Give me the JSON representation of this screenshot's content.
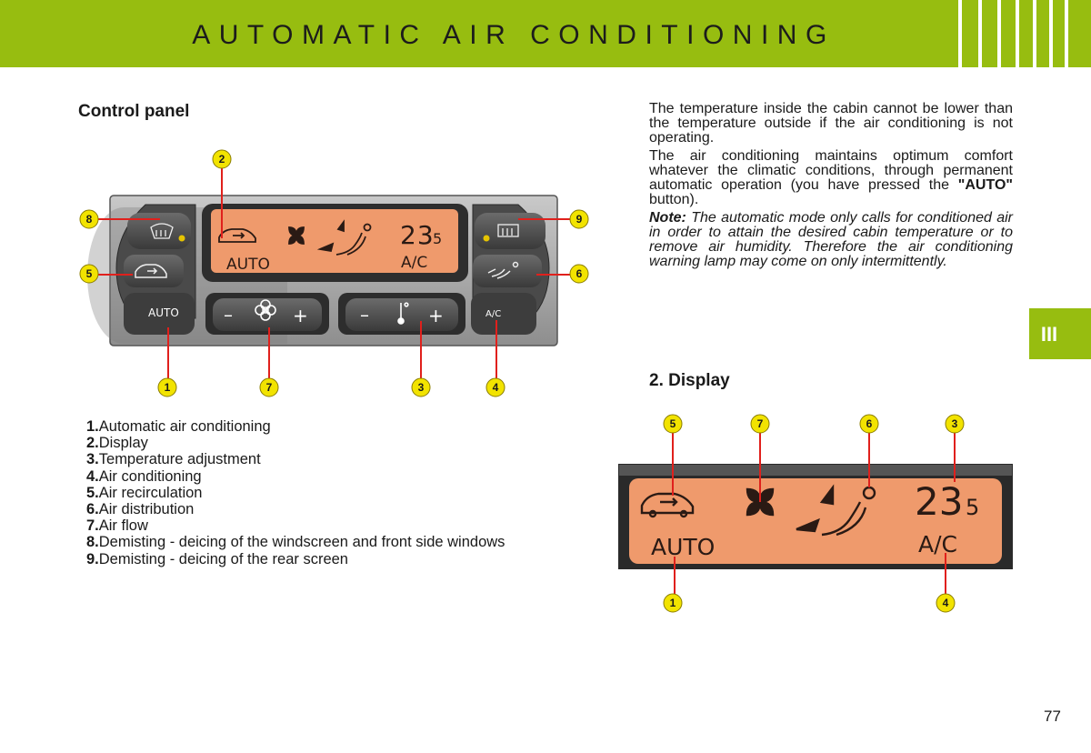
{
  "header": {
    "title": "AUTOMATIC AIR CONDITIONING"
  },
  "sections": {
    "control_panel": "Control panel",
    "display": "2. Display"
  },
  "panel": {
    "auto_label": "AUTO",
    "ac_label": "A/C",
    "lcd_auto": "AUTO",
    "lcd_ac": "A/C",
    "lcd_temp": "23",
    "lcd_temp_dec": "5"
  },
  "callouts_panel": [
    "2",
    "8",
    "9",
    "5",
    "6",
    "1",
    "7",
    "3",
    "4"
  ],
  "callouts_display": [
    "5",
    "7",
    "6",
    "3",
    "1",
    "4"
  ],
  "legend": [
    {
      "num": "1.",
      "text": "Automatic air conditioning"
    },
    {
      "num": "2.",
      "text": "Display"
    },
    {
      "num": "3.",
      "text": "Temperature adjustment"
    },
    {
      "num": "4.",
      "text": "Air conditioning"
    },
    {
      "num": "5.",
      "text": "Air recirculation"
    },
    {
      "num": "6.",
      "text": "Air distribution"
    },
    {
      "num": "7.",
      "text": "Air flow"
    },
    {
      "num": "8.",
      "text": "Demisting - deicing of the windscreen and front side windows"
    },
    {
      "num": "9.",
      "text": "Demisting - deicing of the rear screen"
    }
  ],
  "right_text": {
    "p1": "The temperature inside the cabin cannot be lower than the temperature outside if the air conditioning is not operating.",
    "p2_start": "The air conditioning maintains optimum comfort whatever the climatic conditions, through permanent automatic operation (you have pressed the ",
    "p2_bold": "\"AUTO\"",
    "p2_end": " button).",
    "note_label": "Note:",
    "note_text": " The automatic mode only calls for conditioned air in order to attain the desired cabin temperature or to remove air humidity. Therefore the air conditioning warning lamp may come on only intermittently."
  },
  "chapter": "III",
  "page_number": "77",
  "colors": {
    "accent": "#97bd10",
    "lcd": "#ef9a6c",
    "callout": "#f2e300"
  }
}
